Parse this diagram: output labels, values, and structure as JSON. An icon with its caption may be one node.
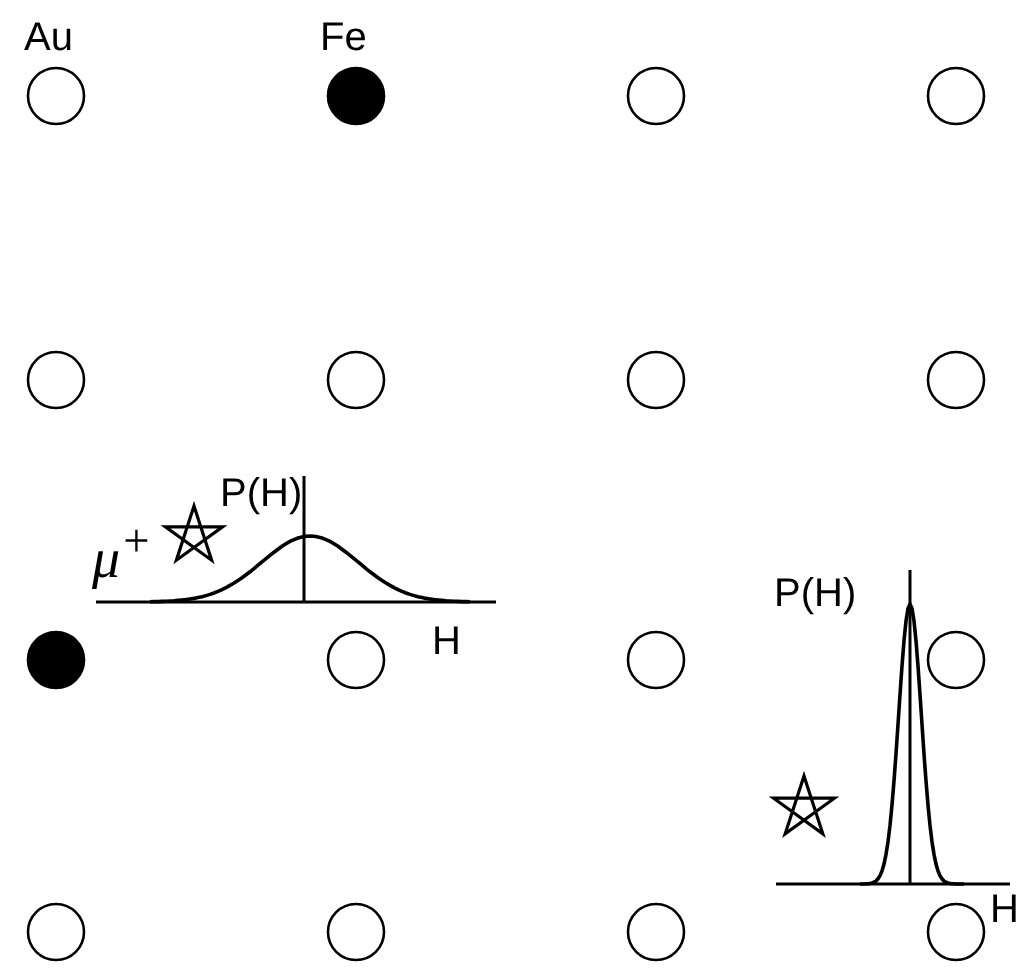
{
  "diagram": {
    "labels": [
      "Au",
      "Fe",
      "P(H)",
      "μ$^{+}$",
      "H",
      "P(H)",
      "H"
    ]
  }
}
